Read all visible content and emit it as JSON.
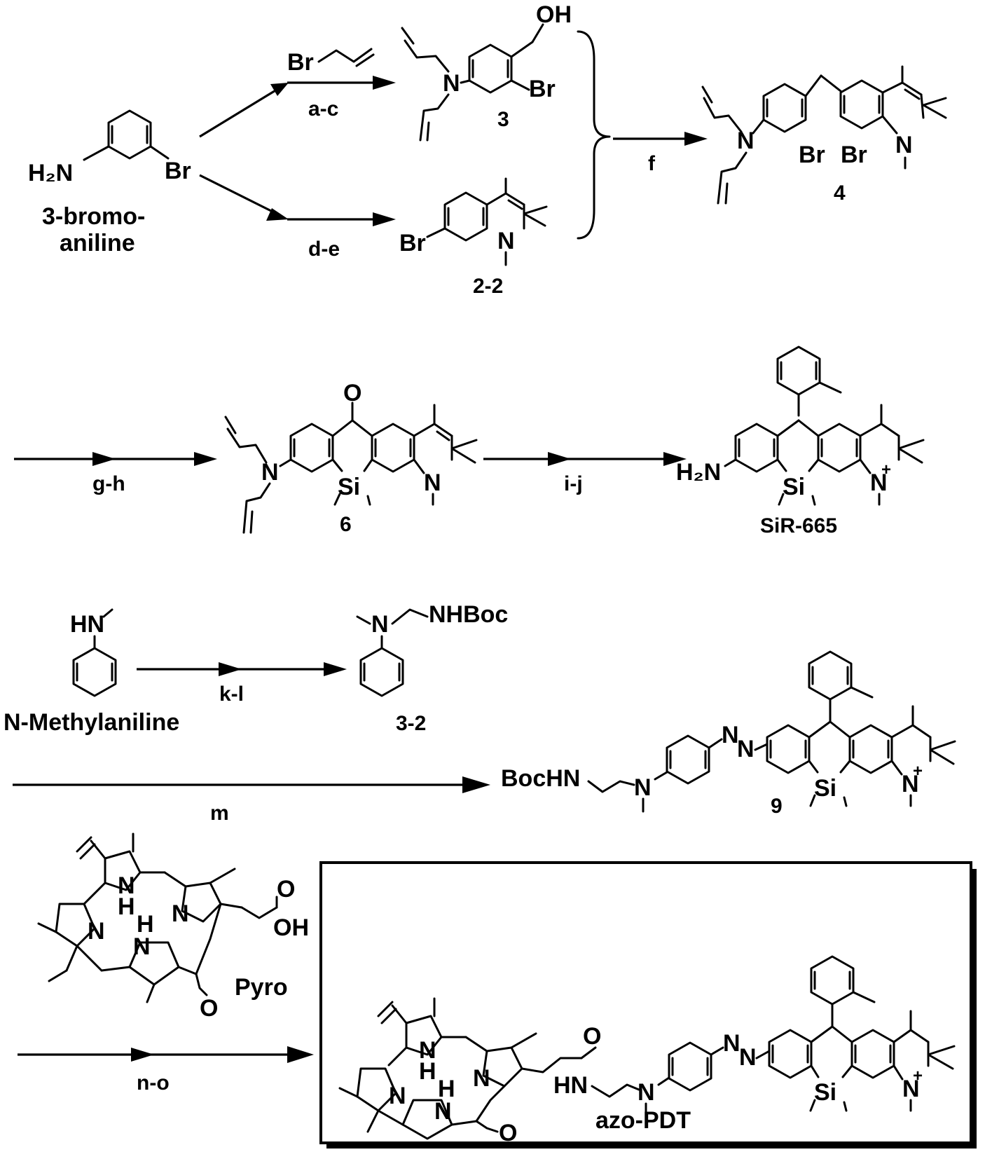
{
  "reagents": {
    "allyl_bromide": "Br",
    "step_ac": "a-c",
    "step_de": "d-e",
    "step_f": "f",
    "step_gh": "g-h",
    "step_ij": "i-j",
    "step_kl": "k-l",
    "step_m": "m",
    "step_no": "n-o"
  },
  "compounds": {
    "bromoaniline": {
      "line1": "3-bromo-",
      "line2": "aniline",
      "amine": "H₂N",
      "br": "Br"
    },
    "c3": {
      "label": "3",
      "oh": "OH",
      "br": "Br",
      "n": "N"
    },
    "c22": {
      "label": "2-2",
      "br": "Br",
      "n": "N"
    },
    "c4": {
      "label": "4",
      "br1": "Br",
      "br2": "Br",
      "n1": "N",
      "n2": "N"
    },
    "c6": {
      "label": "6",
      "o": "O",
      "si": "Si",
      "n1": "N",
      "n2": "N"
    },
    "sir665": {
      "label": "SiR-665",
      "amine": "H₂N",
      "si": "Si",
      "n": "N",
      "plus": "+"
    },
    "nmethylaniline": {
      "label": "N-Methylaniline",
      "hn": "HN"
    },
    "c32": {
      "label": "3-2",
      "nhboc": "NHBoc",
      "n": "N"
    },
    "c9": {
      "label": "9",
      "bochn": "BocHN",
      "n": "N",
      "azo1": "N",
      "azo2": "N",
      "si": "Si",
      "nplus": "N",
      "plus": "+"
    },
    "pyro": {
      "label": "Pyro",
      "nh1": "N",
      "h1": "H",
      "n2": "N",
      "n3": "N",
      "nh4": "N",
      "h4": "H",
      "oh": "OH",
      "o1": "O",
      "o2": "O"
    },
    "azopdt": {
      "label": "azo-PDT",
      "hn": "HN",
      "o_amide": "O",
      "o_ketone": "O",
      "n_amine": "N",
      "azo1": "N",
      "azo2": "N",
      "si": "Si",
      "nplus": "N",
      "plus": "+",
      "nh1": "N",
      "h1": "H",
      "n2": "N",
      "n3": "N",
      "nh4": "N",
      "h4": "H"
    }
  }
}
